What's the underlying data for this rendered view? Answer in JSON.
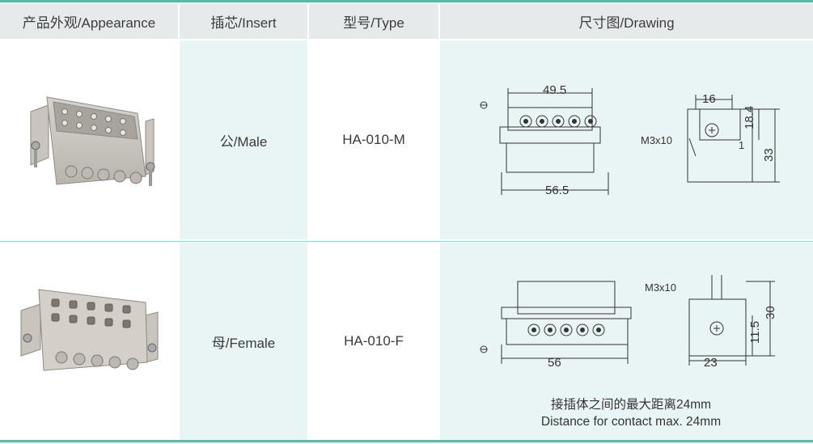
{
  "headers": {
    "appearance": "产品外观/Appearance",
    "insert": "插芯/Insert",
    "type": "型号/Type",
    "drawing": "尺寸图/Drawing"
  },
  "rows": [
    {
      "insert": "公/Male",
      "type": "HA-010-M",
      "drawing": {
        "front_width_top": "49.5",
        "front_width_bottom": "56.5",
        "side_width": "16",
        "screw": "M3x10",
        "side_height_inner": "18.4",
        "side_height_outer": "33",
        "side_small": "1"
      }
    },
    {
      "insert": "母/Female",
      "type": "HA-010-F",
      "drawing": {
        "front_width_bottom": "56",
        "side_width": "23",
        "screw": "M3x10",
        "side_height_inner": "11.5",
        "side_height_outer": "30"
      },
      "note_cn": "接插体之间的最大距离24mm",
      "note_en": "Distance for contact max. 24mm"
    }
  ],
  "colors": {
    "accent_line": "#5fb8a3",
    "header_bg": "#e6eaea",
    "tint_bg": "#e9f5f4"
  }
}
